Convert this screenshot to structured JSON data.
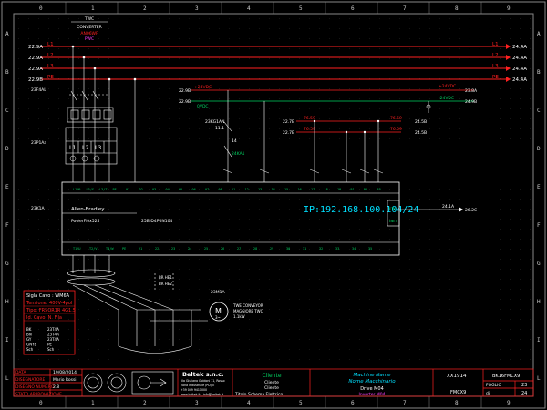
{
  "ruler": {
    "top": [
      "0",
      "1",
      "2",
      "3",
      "4",
      "5",
      "6",
      "7",
      "8",
      "9"
    ],
    "left": [
      "A",
      "B",
      "C",
      "D",
      "E",
      "F",
      "G",
      "H",
      "I",
      "L"
    ]
  },
  "lines": {
    "left_labels": [
      "L1",
      "L2",
      "L3",
      "PE"
    ],
    "left_ids": [
      "22.9A",
      "22.9A",
      "22.9A",
      "22.9B"
    ],
    "right_labels": [
      "L1",
      "L2",
      "L3",
      "PE"
    ],
    "right_ids": [
      "24.4A",
      "24.4A",
      "24.4A",
      "24.4A"
    ]
  },
  "top_component": {
    "name": "TWC",
    "desc": "CONVERTER",
    "tag1": "AN06WF",
    "tag2": "PWC"
  },
  "breaker": {
    "tag": "23F4AL",
    "terminals": [
      "L1",
      "L2",
      "L3"
    ],
    "tag2": "23P1Aa"
  },
  "supply": {
    "v_pos": "+24VDC",
    "v_neg": "-24VDC",
    "v_zero": "0VDC",
    "ref_left": [
      "22.9B",
      "22.9B"
    ],
    "ref_right": [
      "22.9A",
      "22.9A"
    ],
    "v_pos_right": "+24VDC",
    "v_neg_right": "-24VDC",
    "out_right": [
      "23.8A",
      "24.9B"
    ]
  },
  "relay": {
    "tag": "23KG1AN",
    "contacts": [
      "11.1",
      "11.2",
      "14"
    ],
    "tags": [
      "23KG1AN",
      "24KA1"
    ]
  },
  "signals": {
    "a_top": "76.59",
    "a_bot": "76.59",
    "b_top": "76.59",
    "b_bot": "76.59",
    "a_ref": [
      "22.7B",
      "22.7B"
    ],
    "b_ref": [
      "24.5B",
      "24.5B"
    ]
  },
  "drive": {
    "tag": "23K1A",
    "brand": "Allen-Bradley",
    "model": "PowerFlex525",
    "code": "25B-D4P0N104",
    "ip": "IP:192.168.100.104/24",
    "out_ref": "24.1A",
    "out_ref2": "26.2C",
    "top_terms": [
      "L1/R",
      "L2/S",
      "L3/T",
      "PE",
      "01",
      "02",
      "03",
      "04",
      "05",
      "06",
      "07",
      "08",
      "11",
      "12",
      "13",
      "14",
      "15",
      "16",
      "17",
      "18",
      "19",
      "R1",
      "R2",
      "R3"
    ],
    "bot_terms": [
      "T1/U",
      "T2/V",
      "T3/W",
      "PE",
      "21",
      "22",
      "23",
      "24",
      "25",
      "26",
      "27",
      "28",
      "29",
      "30",
      "31",
      "32",
      "33",
      "34",
      "35"
    ],
    "right_terms": [
      "ETH",
      "ENET"
    ]
  },
  "motor": {
    "tag": "23M1A",
    "symbol": "M",
    "phases": "3~",
    "name": "TWE CONVEYOR",
    "desc1": "MAGGIORE TWC",
    "desc2": "1.1kW",
    "brake_ref": [
      "BR HE1",
      "BR HE2"
    ]
  },
  "cable_box": {
    "header": "Sigla Cavo : WM6A",
    "rows": [
      {
        "label": "Tensione",
        "value": "400V-4pol"
      },
      {
        "label": "Tipo",
        "value": "FR5OR1R 4G1.5"
      },
      {
        "label": "Id. Cavo",
        "value": "N. Fila"
      }
    ],
    "cores": [
      {
        "c": "BK",
        "d": "23T4A"
      },
      {
        "c": "BN",
        "d": "23T4A"
      },
      {
        "c": "GY",
        "d": "23T4A"
      },
      {
        "c": "GNYE",
        "d": "PE"
      },
      {
        "c": "Sch",
        "d": "Sch"
      }
    ]
  },
  "titleblock": {
    "labels": [
      "DATA",
      "DISEGNATORE",
      "DISEGNO NUMERO",
      "STATO APPROVAZIONE"
    ],
    "values": [
      "19/08/2014",
      "Mario Rossi",
      "2.8",
      ""
    ],
    "company": "Beltek s.n.c.",
    "addr1": "Via Giuliano Goldoni 11, Rosso",
    "addr2": "Zona Industriale (PD) IT",
    "addr3": "+39 049 9411000",
    "addr4": "www.beltek.it - info@beltek.it",
    "client_hdr": "Cliente",
    "client1": "Cliente",
    "client2": "Cliente",
    "title_lbl": "Titolo",
    "title_val": "Schema Elettrico",
    "mach_name": "Machine Name",
    "mach_name2": "Nome Macchinario",
    "drive_title": "Drive M04",
    "inverter": "Inverter M04",
    "order": "XX1914",
    "code": "FMCX9",
    "drawing_no": "BK16FMCX9",
    "foglio_lbl": "FOGLIO",
    "foglio_val": "23",
    "di_lbl": "di",
    "di_val": "24"
  },
  "colors": {
    "bg": "#000000",
    "red": "#ff2020",
    "green": "#00d060",
    "cyan": "#00e0ff",
    "magenta": "#ff40ff",
    "grid": "#404040"
  }
}
